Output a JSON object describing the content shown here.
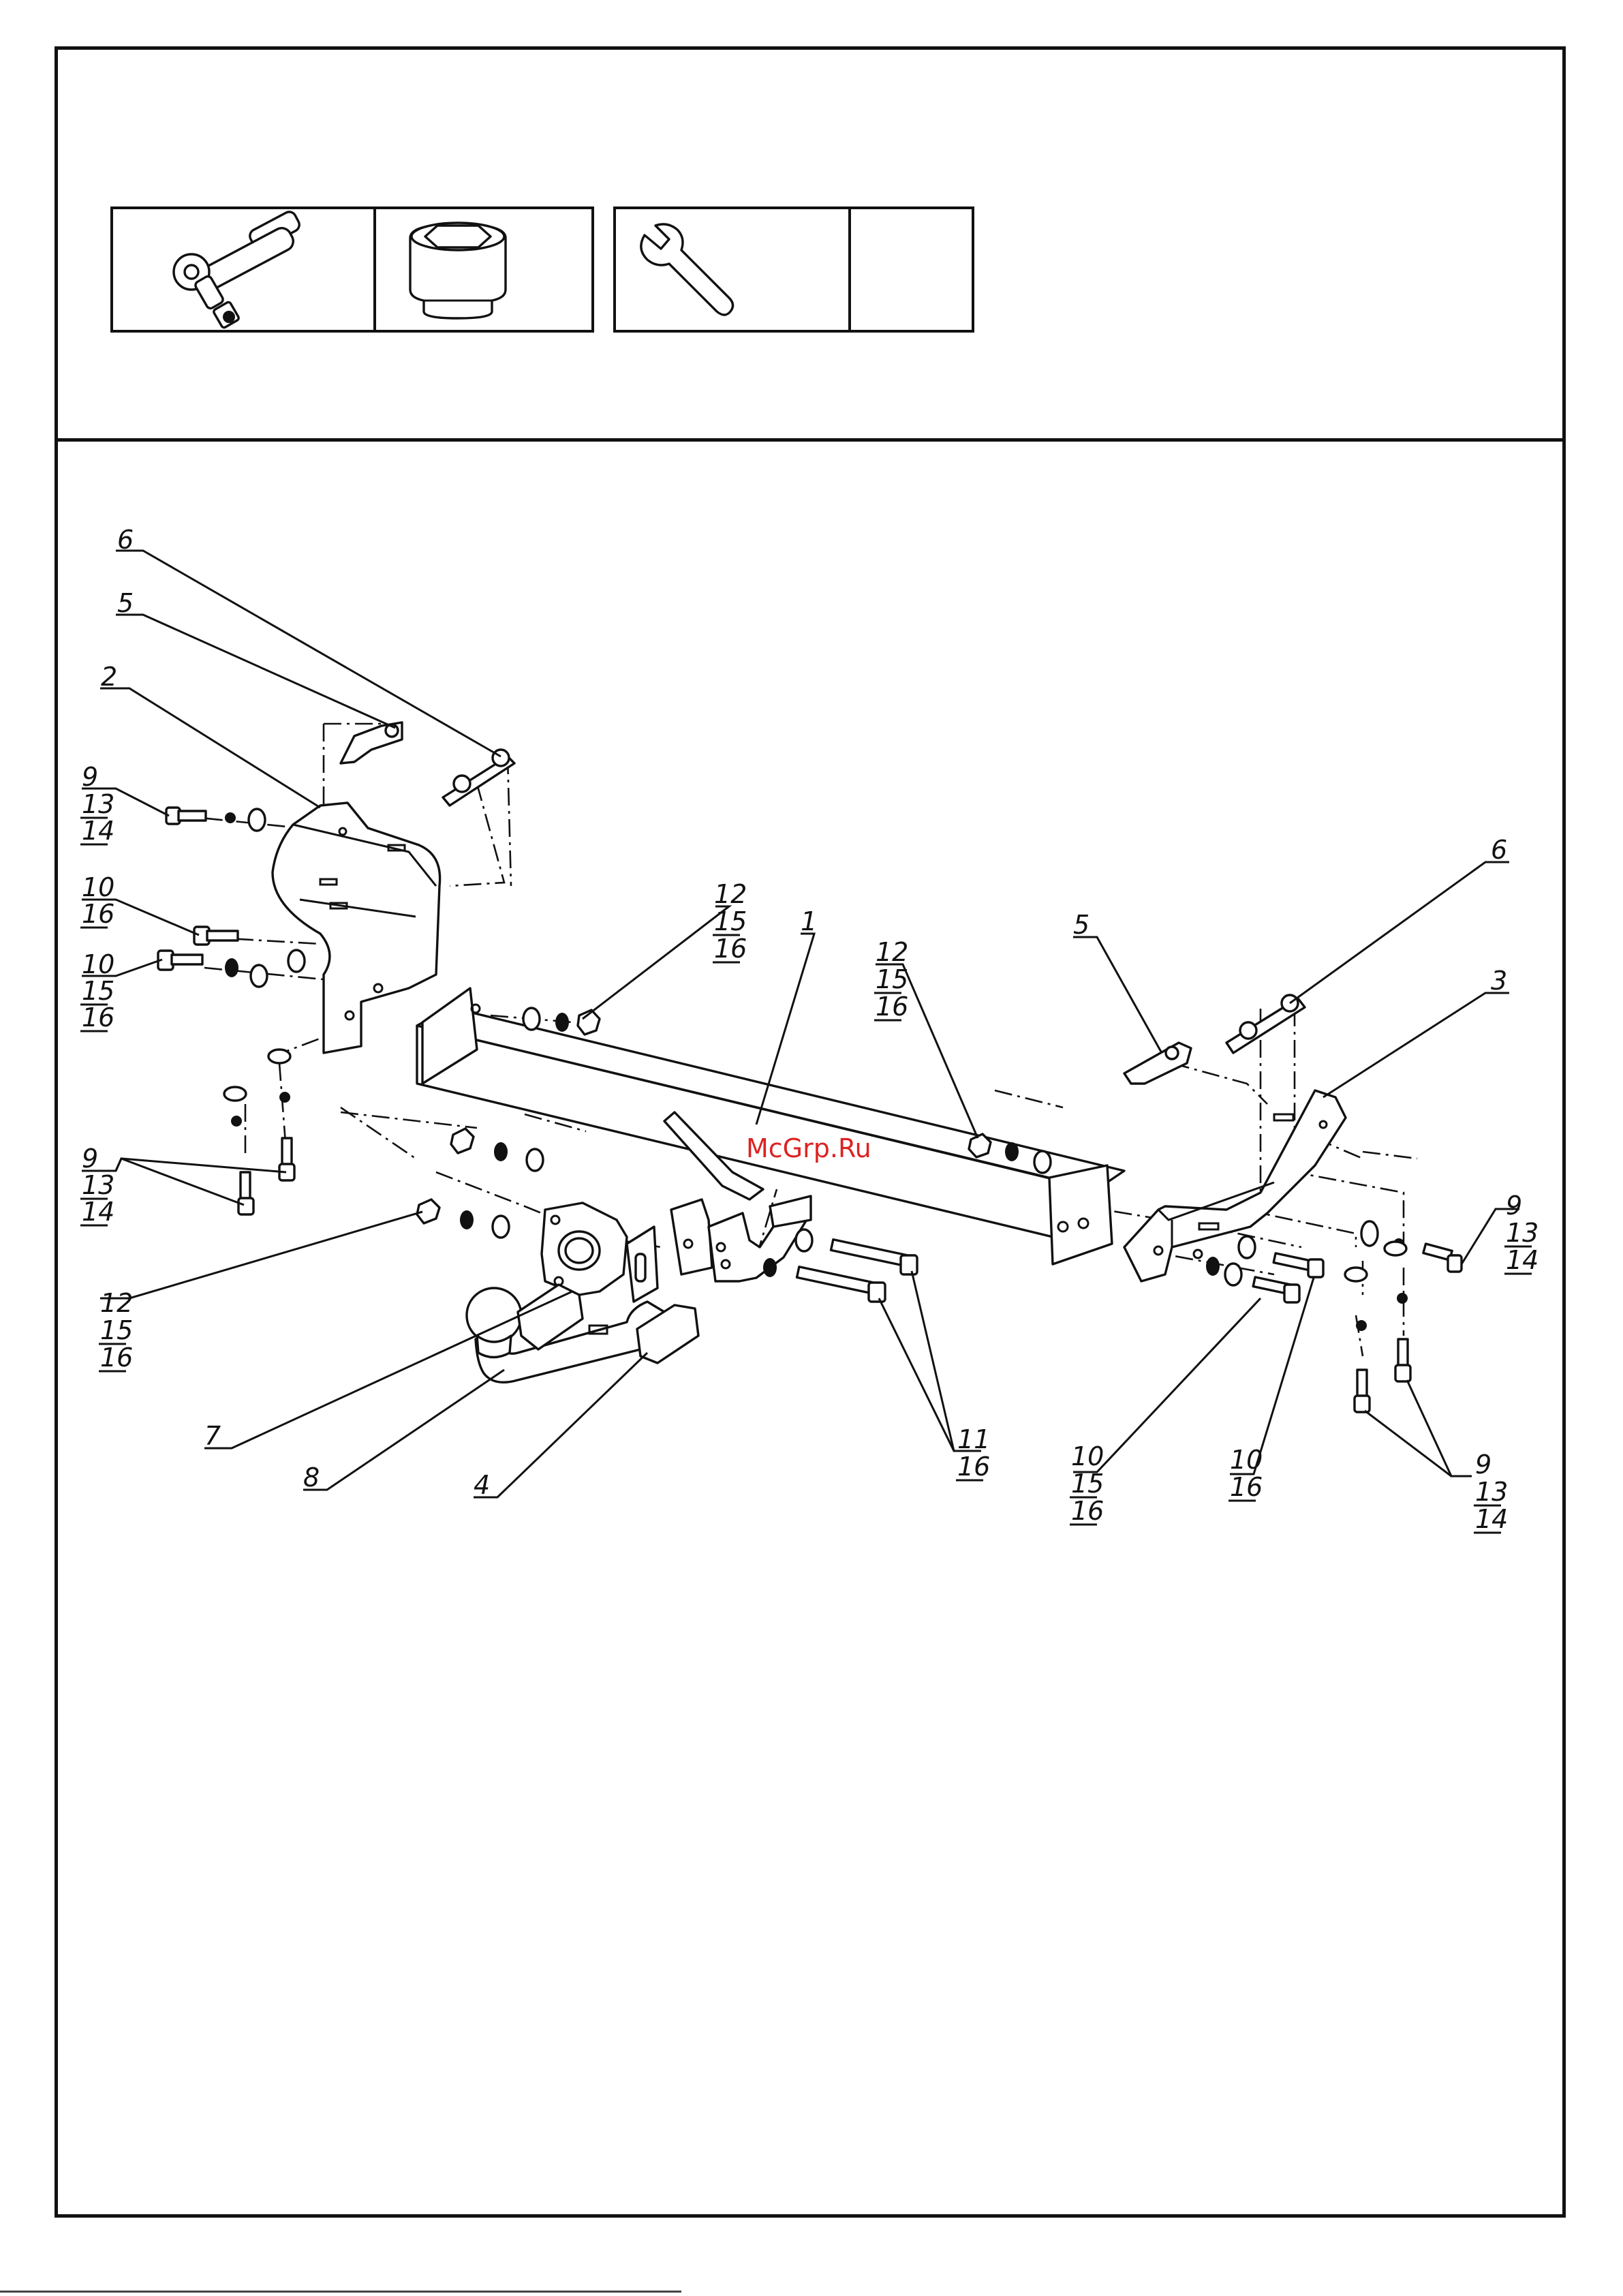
{
  "tools": [
    {
      "icon": "ratchet-wrench-icon"
    },
    {
      "icon": "socket-head-icon"
    },
    {
      "icon": "open-end-wrench-icon"
    },
    {
      "icon": "empty-cell"
    }
  ],
  "watermark": "McGrp.Ru",
  "callouts": {
    "c6a": [
      "6"
    ],
    "c5a": [
      "5"
    ],
    "c2": [
      "2"
    ],
    "c9a": [
      "9",
      "13",
      "14"
    ],
    "c10a": [
      "10",
      "16"
    ],
    "c10b": [
      "10",
      "15",
      "16"
    ],
    "c9b": [
      "9",
      "13",
      "14"
    ],
    "c12a": [
      "12",
      "15",
      "16"
    ],
    "c1": [
      "1"
    ],
    "c12b": [
      "12",
      "15",
      "16"
    ],
    "c5b": [
      "5"
    ],
    "c6b": [
      "6"
    ],
    "c3": [
      "3"
    ],
    "c9c": [
      "9",
      "13",
      "14"
    ],
    "c12c": [
      "12",
      "15",
      "16"
    ],
    "c7": [
      "7"
    ],
    "c8": [
      "8"
    ],
    "c4": [
      "4"
    ],
    "c11": [
      "11",
      "16"
    ],
    "c10c": [
      "10",
      "15",
      "16"
    ],
    "c10d": [
      "10",
      "16"
    ],
    "c9d": [
      "9",
      "13",
      "14"
    ]
  }
}
